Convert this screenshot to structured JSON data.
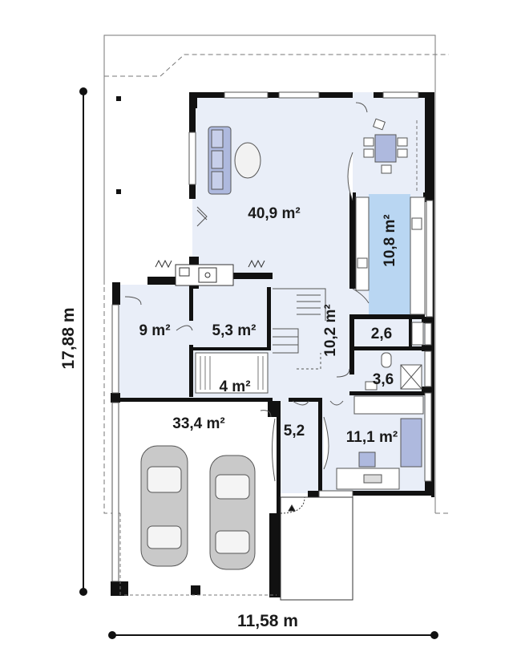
{
  "dimensions": {
    "width_label": "11,58 m",
    "height_label": "17,88 m"
  },
  "rooms": {
    "living": "40,9 m²",
    "kitchen": "10,8 m²",
    "hall": "10,2 m²",
    "room_9": "9 m²",
    "room_5_3": "5,3 m²",
    "room_4": "4 m²",
    "wc_2_6": "2,6",
    "bath_3_6": "3,6",
    "garage": "33,4 m²",
    "vestibule": "5,2",
    "office": "11,1 m²"
  },
  "colors": {
    "wall": "#111111",
    "floor": "#e9eef8",
    "kitchen_floor": "#b9d6f2",
    "furniture": "#aeb9de",
    "line": "#555555"
  }
}
